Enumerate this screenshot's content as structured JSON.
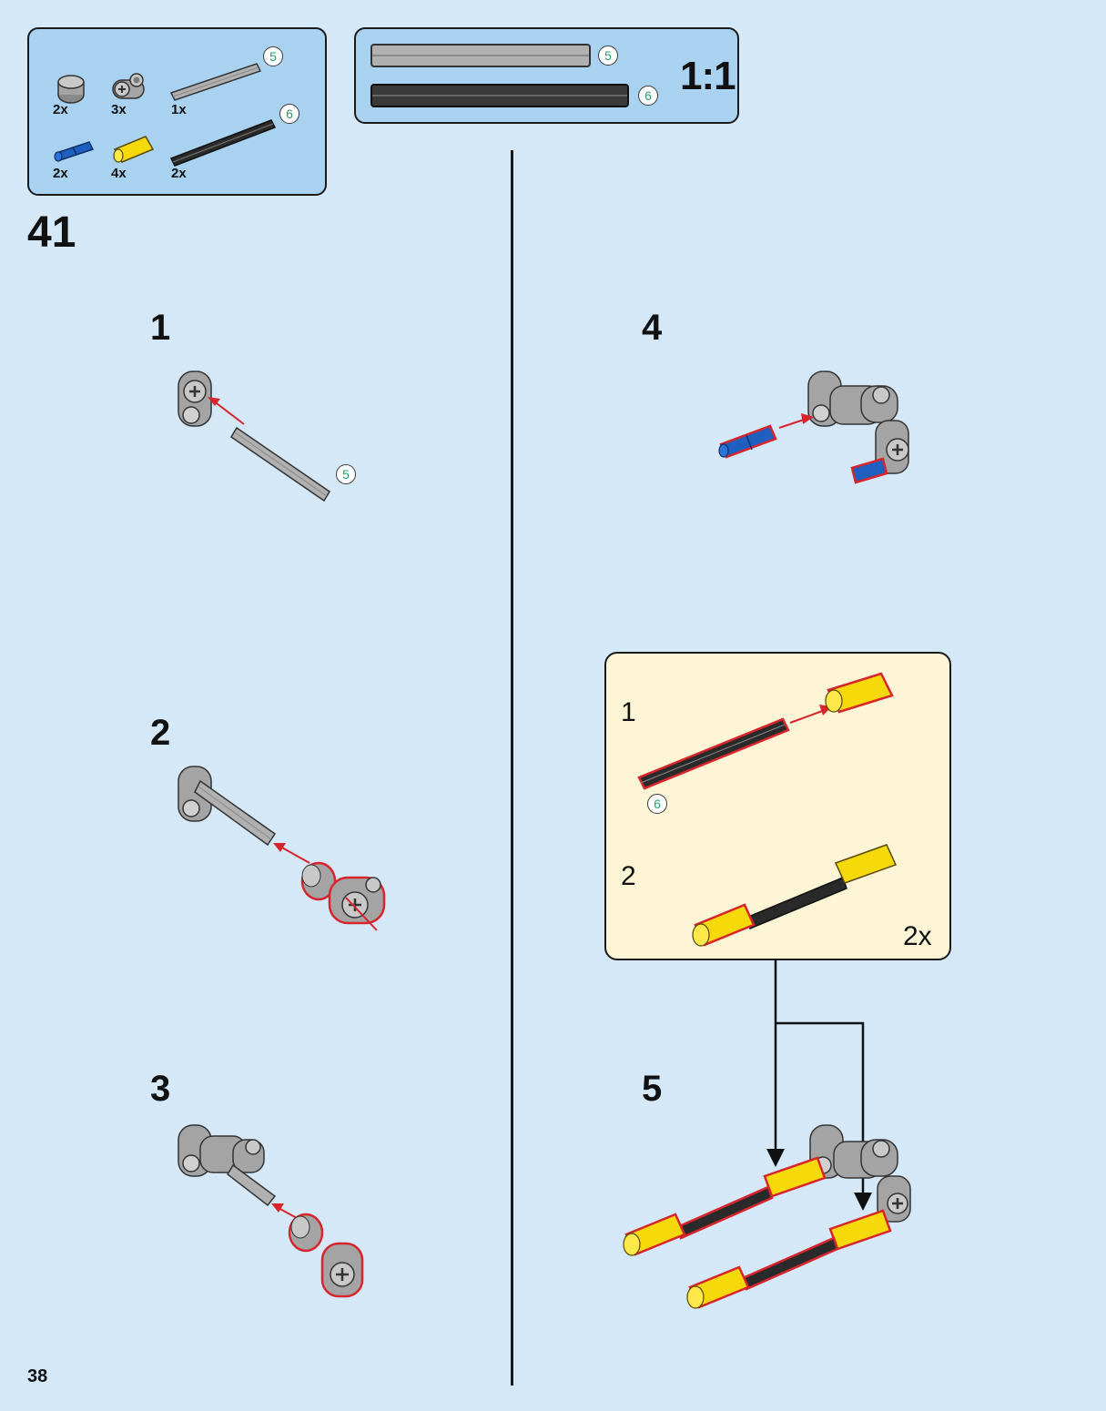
{
  "parts_panel": {
    "items": [
      {
        "qty": "2x",
        "icon": "bush-gray-icon"
      },
      {
        "qty": "3x",
        "icon": "axle-pin-connector-icon"
      },
      {
        "qty": "1x",
        "icon": "axle-gray-icon",
        "length_badge": "5"
      },
      {
        "qty": "2x",
        "icon": "pin-blue-icon"
      },
      {
        "qty": "4x",
        "icon": "axle-connector-yellow-icon"
      },
      {
        "qty": "2x",
        "icon": "axle-black-icon",
        "length_badge": "6"
      }
    ]
  },
  "scale_panel": {
    "label": "1:1",
    "rulers": [
      {
        "badge": "5",
        "color": "#b0b0b0"
      },
      {
        "badge": "6",
        "color": "#3a3a3a"
      }
    ]
  },
  "page": {
    "step_number": "41",
    "page_number": "38"
  },
  "substeps": [
    {
      "number": "1",
      "badge": "5"
    },
    {
      "number": "2"
    },
    {
      "number": "3"
    },
    {
      "number": "4"
    },
    {
      "number": "5"
    }
  ],
  "subassembly": {
    "steps": [
      {
        "number": "1",
        "badge": "6"
      },
      {
        "number": "2"
      }
    ],
    "multiplier": "2x"
  },
  "colors": {
    "background": "#d4e8f8",
    "panel": "#a9d2f0",
    "subassembly_bg": "#fef5d6",
    "highlight_red": "#d8252c",
    "yellow": "#f5d90a",
    "blue": "#1f5fbf",
    "gray": "#a4a4a4"
  }
}
